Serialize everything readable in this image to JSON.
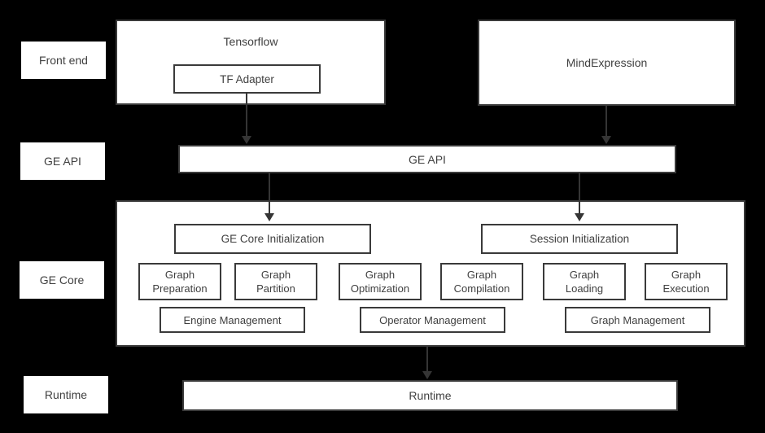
{
  "colors": {
    "background": "#000000",
    "box_fill": "#ffffff",
    "box_border": "#3a3a3a",
    "text": "#404040",
    "arrow": "#353535"
  },
  "row_labels": {
    "front_end": "Front end",
    "ge_api": "GE API",
    "ge_core": "GE Core",
    "runtime": "Runtime"
  },
  "front_end": {
    "tensorflow_title": "Tensorflow",
    "tf_adapter_label": "TF Adapter",
    "mind_expression_label": "MindExpression"
  },
  "ge_api": {
    "label": "GE API"
  },
  "ge_core": {
    "ge_core_initialization": "GE Core Initialization",
    "session_initialization": "Session Initialization",
    "stages": [
      {
        "label": "Graph Preparation"
      },
      {
        "label": "Graph Partition"
      },
      {
        "label": "Graph Optimization"
      },
      {
        "label": "Graph Compilation"
      },
      {
        "label": "Graph Loading"
      },
      {
        "label": "Graph Execution"
      }
    ],
    "management": [
      {
        "label": "Engine Management"
      },
      {
        "label": "Operator Management"
      },
      {
        "label": "Graph Management"
      }
    ]
  },
  "runtime": {
    "label": "Runtime"
  }
}
